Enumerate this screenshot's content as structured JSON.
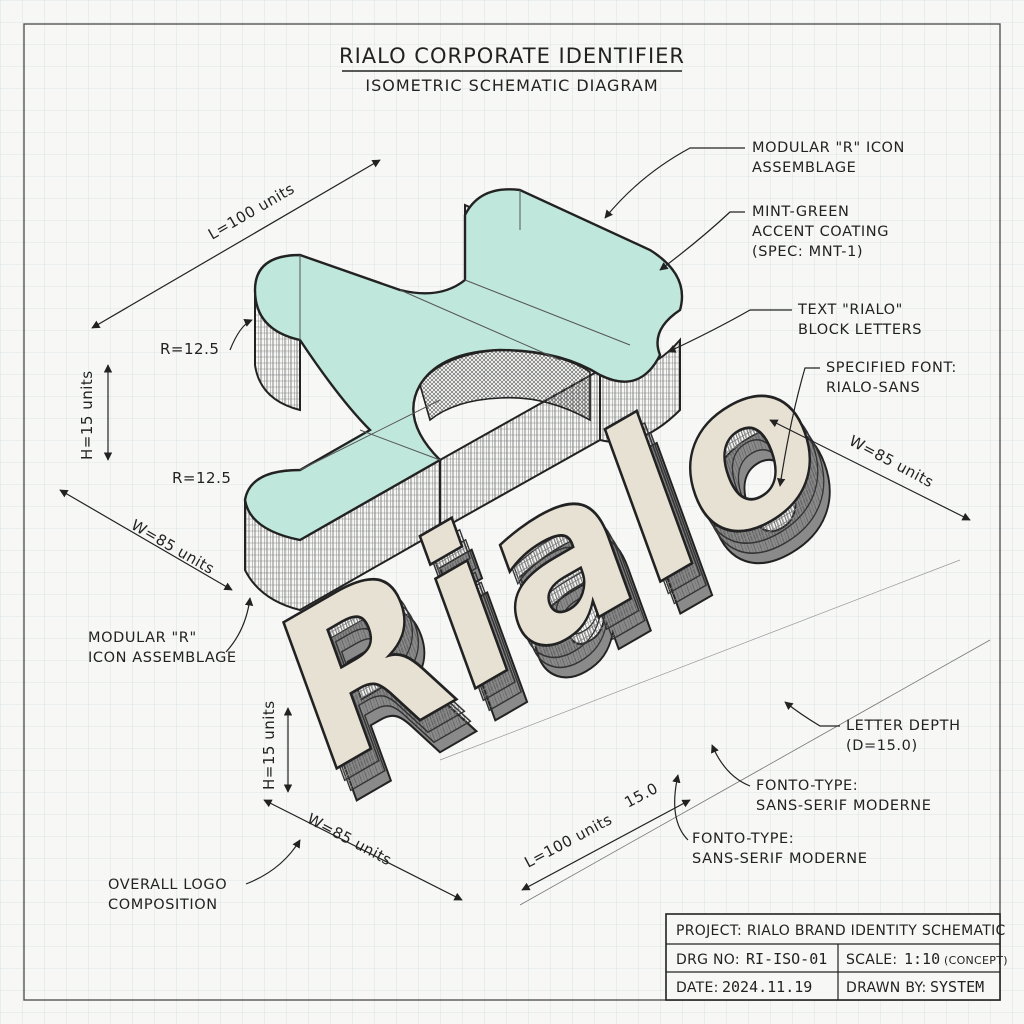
{
  "title": {
    "main": "RIALO CORPORATE IDENTIFIER",
    "sub": "ISOMETRIC SCHEMATIC DIAGRAM"
  },
  "callouts": {
    "icon_top_1": "MODULAR \"R\" ICON",
    "icon_top_2": "ASSEMBLAGE",
    "accent_1": "MINT-GREEN",
    "accent_2": "ACCENT COATING",
    "accent_3": "(SPEC: MNT-1)",
    "text_1": "TEXT \"RIALO\"",
    "text_2": "BLOCK LETTERS",
    "font_1": "SPECIFIED FONT:",
    "font_2": "RIALO-SANS",
    "icon_bottom_1": "MODULAR \"R\"",
    "icon_bottom_2": "ICON ASSEMBLAGE",
    "depth_1": "LETTER DEPTH",
    "depth_2": "(D=15.0)",
    "fonttype_a_1": "FONTO-TYPE:",
    "fonttype_a_2": "SANS-SERIF MODERNE",
    "fonttype_b_1": "FONTO-TYPE:",
    "fonttype_b_2": "SANS-SERIF MODERNE",
    "overall_1": "OVERALL LOGO",
    "overall_2": "COMPOSITION"
  },
  "dimensions": {
    "icon_length": "L=100 units",
    "icon_height": "H=15 units",
    "icon_width": "W=85 units",
    "icon_radius_top": "R=12.5",
    "icon_radius_bottom": "R=12.5",
    "text_width_top": "W=85 units",
    "text_height": "H=15 units",
    "text_width_bottom": "W=85 units",
    "text_length": "L=100 units",
    "text_depth": "15.0"
  },
  "wordmark": "Rialo",
  "title_block": {
    "project": "PROJECT: RIALO BRAND IDENTITY SCHEMATIC",
    "drg_label": "DRG NO:",
    "drg_value": "RI-ISO-01",
    "scale_label": "SCALE:",
    "scale_value": "1:10",
    "scale_note": "(CONCEPT)",
    "date_label": "DATE:",
    "date_value": "2024.11.19",
    "drawn_label": "DRAWN BY:",
    "drawn_value": "SYSTEM"
  },
  "colors": {
    "paper": "#f7f8f6",
    "grid": "#c9d4dc",
    "ink": "#222222",
    "mint_accent": "#bfe7dc",
    "letter_fill": "#e7e1d4"
  }
}
